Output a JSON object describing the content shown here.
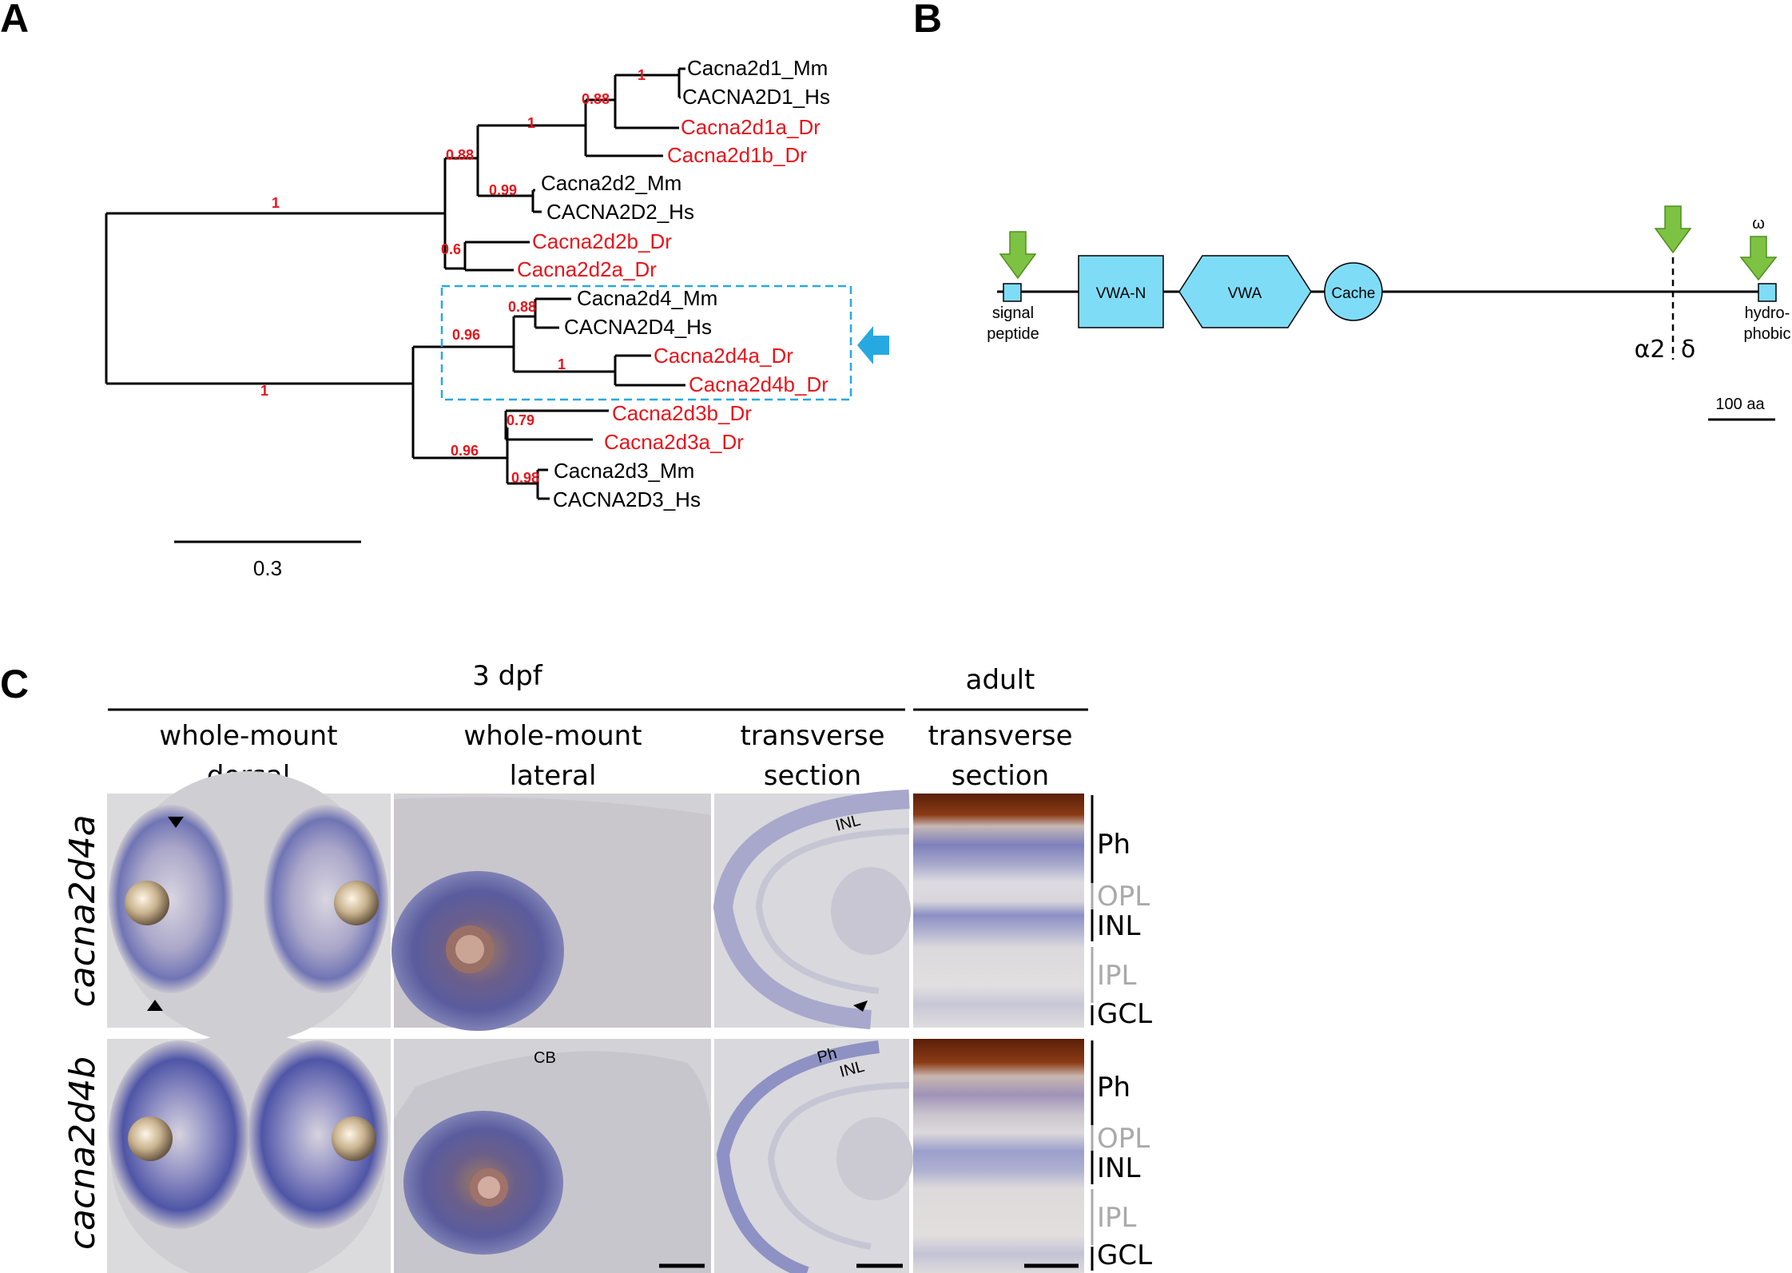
{
  "panels": {
    "a": "A",
    "b": "B",
    "c": "C"
  },
  "tree": {
    "taxa": [
      {
        "label": "Cacna2d1_Mm",
        "color": "#000000"
      },
      {
        "label": "CACNA2D1_Hs",
        "color": "#000000"
      },
      {
        "label": "Cacna2d1a_Dr",
        "color": "#e8141b"
      },
      {
        "label": "Cacna2d1b_Dr",
        "color": "#e8141b"
      },
      {
        "label": "Cacna2d2_Mm",
        "color": "#000000"
      },
      {
        "label": "CACNA2D2_Hs",
        "color": "#000000"
      },
      {
        "label": "Cacna2d2b_Dr",
        "color": "#e8141b"
      },
      {
        "label": "Cacna2d2a_Dr",
        "color": "#e8141b"
      },
      {
        "label": "Cacna2d4_Mm",
        "color": "#000000"
      },
      {
        "label": "CACNA2D4_Hs",
        "color": "#000000"
      },
      {
        "label": "Cacna2d4a_Dr",
        "color": "#e8141b"
      },
      {
        "label": "Cacna2d4b_Dr",
        "color": "#e8141b"
      },
      {
        "label": "Cacna2d3b_Dr",
        "color": "#e8141b"
      },
      {
        "label": "Cacna2d3a_Dr",
        "color": "#e8141b"
      },
      {
        "label": "Cacna2d3_Mm",
        "color": "#000000"
      },
      {
        "label": "CACNA2D3_Hs",
        "color": "#000000"
      }
    ],
    "supports": [
      "1",
      "0.88",
      "1",
      "0.88",
      "0.99",
      "0.6",
      "1",
      "0.88",
      "0.96",
      "1",
      "1",
      "0.79",
      "0.96",
      "0.98"
    ],
    "scale_label": "0.3"
  },
  "domain_diagram": {
    "domains": [
      "VWA-N",
      "VWA",
      "Cache"
    ],
    "signal_label_1": "signal",
    "signal_label_2": "peptide",
    "hydro_label_1": "hydro-",
    "hydro_label_2": "phobic",
    "omega": "ω",
    "alpha2": "α2",
    "delta": "δ",
    "scale_label": "100 aa",
    "arrow_color": "#7dc242",
    "domain_color": "#7fdcf7"
  },
  "panel_c": {
    "age_3dpf": "3 dpf",
    "age_adult": "adult",
    "columns": [
      {
        "line1": "whole-mount",
        "line2": "dorsal"
      },
      {
        "line1": "whole-mount",
        "line2": "lateral"
      },
      {
        "line1": "transverse",
        "line2": "section"
      },
      {
        "line1": "transverse",
        "line2": "section"
      }
    ],
    "genes": [
      "cacna2d4a",
      "cacna2d4b"
    ],
    "image_labels": {
      "inl": "INL",
      "cb": "CB",
      "ph": "Ph"
    },
    "layers": [
      "Ph",
      "OPL",
      "INL",
      "IPL",
      "GCL"
    ],
    "stain_color": "#6a6fb8",
    "pigment_color": "#6b2a0e"
  }
}
